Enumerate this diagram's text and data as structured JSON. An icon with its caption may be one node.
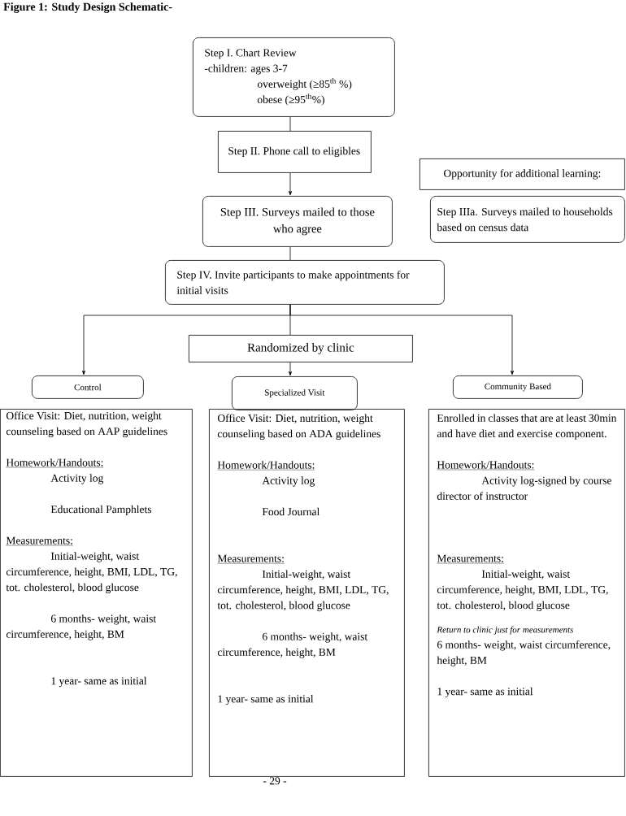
{
  "diagram": {
    "title": "Figure 1:  Study Design Schematic-",
    "nodes": [
      {
        "text": [
          "Step I. Chart Review",
          "-children: ages 3-7",
          "overweight (≥85$^{th}$ %)",
          "obese (≥95$^{th}$%)"
        ]
      },
      {
        "text": [
          "Step II. Phone call to eligibles"
        ]
      },
      {
        "text": [
          "Step III. Surveys mailed to those who agree"
        ]
      },
      {
        "text": [
          "Opportunity for additional learning:"
        ]
      },
      {
        "text": [
          "Step IIIa. Surveys mailed to households based on census data"
        ]
      },
      {
        "text": [
          "Step IV. Invite participants to make appointments for initial visits"
        ]
      },
      {
        "text": [
          "Randomized by clinic"
        ]
      },
      {
        "text": [
          "Control"
        ]
      },
      {
        "text": [
          "Specialized Visit"
        ]
      },
      {
        "text": [
          "Community Based"
        ]
      },
      {
        "text": [
          "Office Visit: Diet, nutrition, weight counseling based on AAP guidelines",
          "Homework/Handouts:",
          "Activity log",
          "Educational Pamphlets",
          "Measurements:",
          "Initial-weight, waist circumference, height, BMI, LDL, TG, tot. cholesterol, blood glucose",
          "6 months- weight, waist circumference, height, BM",
          "1 year- same as initial"
        ]
      },
      {
        "text": [
          "Office Visit: Diet, nutrition, weight counseling based on ADA guidelines",
          "Homework/Handouts:",
          "Activity log",
          "Food Journal",
          "Measurements:",
          "Initial-weight, waist circumference, height, BMI, LDL, TG, tot. cholesterol, blood glucose",
          "6 months- weight, waist circumference, height, BM",
          "1 year- same as initial"
        ]
      },
      {
        "text": [
          "Enrolled in classes that are at least 30min and have diet and exercise component.",
          "Homework/Handouts:",
          "Activity log-signed by course director of instructor",
          "Measurements:",
          "Initial-weight, waist circumference, height, BMI, LDL, TG, tot. cholesterol, blood glucose",
          "Return to clinic just for measurements",
          "6 months- weight, waist circumference, height, BM",
          "1 year- same as initial"
        ]
      }
    ],
    "edges": [
      {
        "from": 0,
        "to": 1,
        "arrow": "none"
      },
      {
        "from": 1,
        "to": 2,
        "arrow": "to"
      },
      {
        "from": 2,
        "to": 5,
        "arrow": "none"
      },
      {
        "from": 5,
        "to": 6,
        "arrow": "none"
      },
      {
        "from": 6,
        "to": 8,
        "arrow": "to"
      },
      {
        "from": 5,
        "to": 7,
        "arrow": "to"
      },
      {
        "from": 5,
        "to": 9,
        "arrow": "to"
      }
    ],
    "labels": [
      "- 29 -"
    ]
  }
}
